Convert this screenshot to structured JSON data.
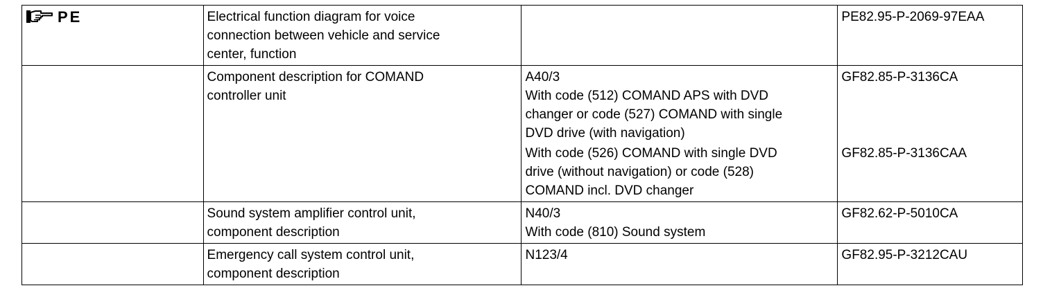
{
  "header": {
    "label": "PE",
    "icon": "pointing-hand-icon"
  },
  "rows": [
    {
      "title": [
        "Electrical function diagram for voice",
        "connection between vehicle and service",
        "center, function"
      ],
      "details": [],
      "docs": [
        "PE82.95-P-2069-97EAA"
      ]
    },
    {
      "title": [
        "Component description for COMAND",
        "controller unit"
      ],
      "details": [
        [
          "A40/3",
          "With code (512) COMAND APS with DVD",
          "changer or code (527) COMAND with single",
          "DVD drive (with navigation)"
        ],
        [
          "With code (526) COMAND with single DVD",
          "drive (without navigation) or code (528)",
          "COMAND incl. DVD changer"
        ]
      ],
      "docs": [
        "GF82.85-P-3136CA",
        "GF82.85-P-3136CAA"
      ]
    },
    {
      "title": [
        "Sound system amplifier control unit,",
        "component description"
      ],
      "details": [
        [
          "N40/3",
          "With code (810) Sound system"
        ]
      ],
      "docs": [
        "GF82.62-P-5010CA"
      ]
    },
    {
      "title": [
        "Emergency call system control unit,",
        "component description"
      ],
      "details": [
        [
          "N123/4"
        ]
      ],
      "docs": [
        "GF82.95-P-3212CAU"
      ]
    }
  ]
}
